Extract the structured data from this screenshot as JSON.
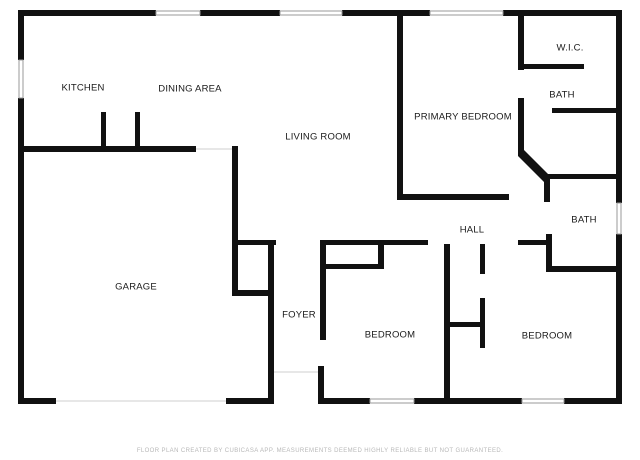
{
  "rooms": {
    "kitchen": "KITCHEN",
    "dining_area": "DINING AREA",
    "living_room": "LIVING ROOM",
    "primary_bedroom": "PRIMARY BEDROOM",
    "wic": "W.I.C.",
    "bath_primary": "BATH",
    "bath_hall": "BATH",
    "hall": "HALL",
    "garage": "GARAGE",
    "foyer": "FOYER",
    "bedroom_left": "BEDROOM",
    "bedroom_right": "BEDROOM"
  },
  "footer_note": "FLOOR PLAN CREATED BY CUBICASA APP. MEASUREMENTS DEEMED HIGHLY RELIABLE BUT NOT GUARANTEED.",
  "colors": {
    "wall": "#111111",
    "window": "#9a9a9a",
    "footer_text": "#b8b8b8"
  }
}
